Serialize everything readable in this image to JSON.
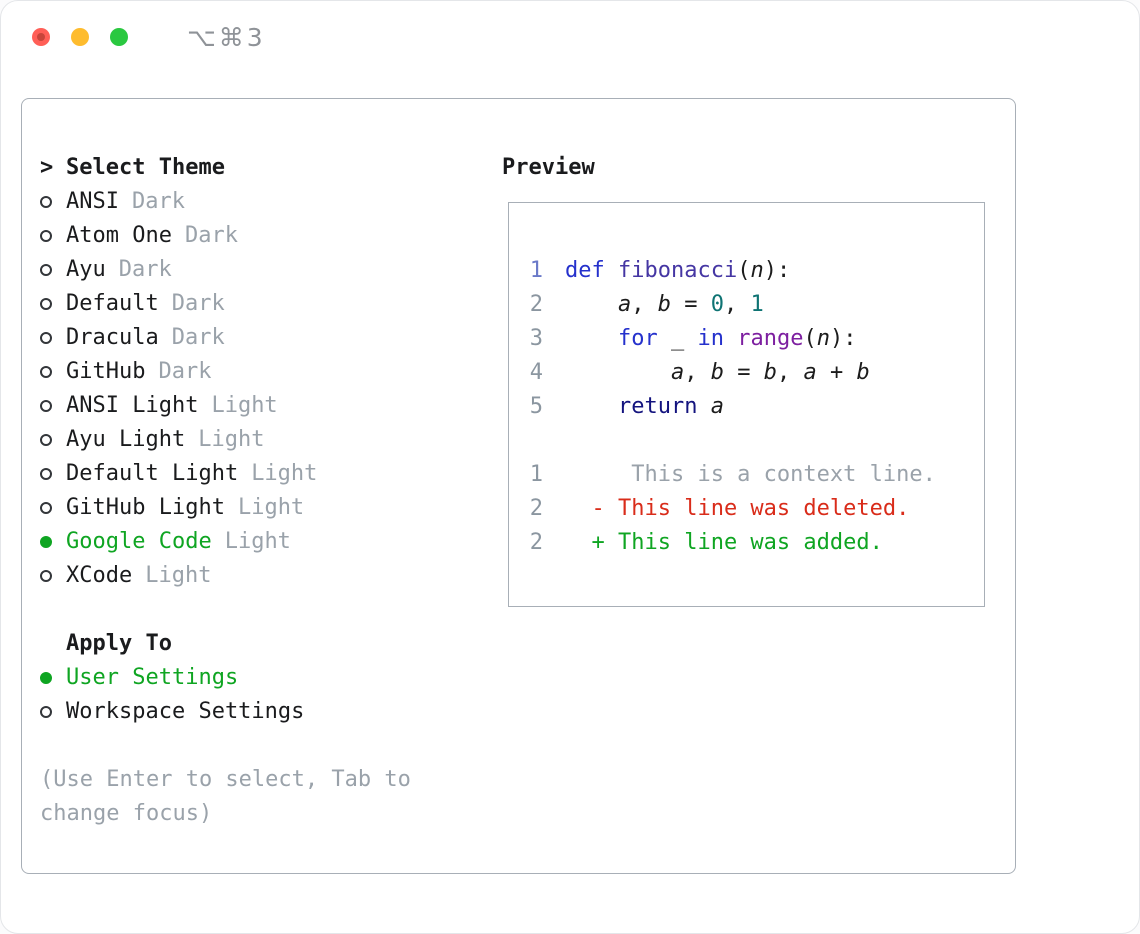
{
  "titlebar": {
    "shortcut": "⌥⌘3"
  },
  "theme_panel": {
    "prompt": ">",
    "title": "Select Theme",
    "themes": [
      {
        "name": "ANSI",
        "variant": "Dark",
        "selected": false
      },
      {
        "name": "Atom One",
        "variant": "Dark",
        "selected": false
      },
      {
        "name": "Ayu",
        "variant": "Dark",
        "selected": false
      },
      {
        "name": "Default",
        "variant": "Dark",
        "selected": false
      },
      {
        "name": "Dracula",
        "variant": "Dark",
        "selected": false
      },
      {
        "name": "GitHub",
        "variant": "Dark",
        "selected": false
      },
      {
        "name": "ANSI Light",
        "variant": "Light",
        "selected": false
      },
      {
        "name": "Ayu Light",
        "variant": "Light",
        "selected": false
      },
      {
        "name": "Default Light",
        "variant": "Light",
        "selected": false
      },
      {
        "name": "GitHub Light",
        "variant": "Light",
        "selected": false
      },
      {
        "name": "Google Code",
        "variant": "Light",
        "selected": true
      },
      {
        "name": "XCode",
        "variant": "Light",
        "selected": false
      }
    ],
    "apply_to_title": "Apply To",
    "apply_options": [
      {
        "label": "User Settings",
        "selected": true
      },
      {
        "label": "Workspace Settings",
        "selected": false
      }
    ],
    "hint": "(Use Enter to select, Tab to change focus)"
  },
  "preview": {
    "title": "Preview",
    "code_lines": [
      {
        "num": "1",
        "num_color": "#6a79c8",
        "tokens": [
          {
            "text": "def",
            "cls": "kw"
          },
          {
            "text": " ",
            "cls": "plain"
          },
          {
            "text": "fibonacci",
            "cls": "fname"
          },
          {
            "text": "(",
            "cls": "plain"
          },
          {
            "text": "n",
            "cls": "var"
          },
          {
            "text": "):",
            "cls": "plain"
          }
        ]
      },
      {
        "num": "2",
        "tokens": [
          {
            "text": "    ",
            "cls": "plain"
          },
          {
            "text": "a",
            "cls": "var"
          },
          {
            "text": ", ",
            "cls": "plain"
          },
          {
            "text": "b",
            "cls": "var"
          },
          {
            "text": " = ",
            "cls": "plain"
          },
          {
            "text": "0",
            "cls": "num"
          },
          {
            "text": ", ",
            "cls": "plain"
          },
          {
            "text": "1",
            "cls": "num"
          }
        ]
      },
      {
        "num": "3",
        "tokens": [
          {
            "text": "    ",
            "cls": "plain"
          },
          {
            "text": "for",
            "cls": "kw"
          },
          {
            "text": " _ ",
            "cls": "plain"
          },
          {
            "text": "in",
            "cls": "kw"
          },
          {
            "text": " ",
            "cls": "plain"
          },
          {
            "text": "range",
            "cls": "call"
          },
          {
            "text": "(",
            "cls": "plain"
          },
          {
            "text": "n",
            "cls": "var"
          },
          {
            "text": "):",
            "cls": "plain"
          }
        ]
      },
      {
        "num": "4",
        "tokens": [
          {
            "text": "        ",
            "cls": "plain"
          },
          {
            "text": "a",
            "cls": "var"
          },
          {
            "text": ", ",
            "cls": "plain"
          },
          {
            "text": "b",
            "cls": "var"
          },
          {
            "text": " = ",
            "cls": "plain"
          },
          {
            "text": "b",
            "cls": "var"
          },
          {
            "text": ", ",
            "cls": "plain"
          },
          {
            "text": "a",
            "cls": "var"
          },
          {
            "text": " + ",
            "cls": "plain"
          },
          {
            "text": "b",
            "cls": "var"
          }
        ]
      },
      {
        "num": "5",
        "tokens": [
          {
            "text": "    ",
            "cls": "plain"
          },
          {
            "text": "return",
            "cls": "kw2"
          },
          {
            "text": " ",
            "cls": "plain"
          },
          {
            "text": "a",
            "cls": "var"
          }
        ]
      }
    ],
    "diff_lines": [
      {
        "num": "1",
        "text": "     This is a context line.",
        "cls": "ctx"
      },
      {
        "num": "2",
        "text": "  - This line was deleted.",
        "cls": "del"
      },
      {
        "num": "2",
        "text": "  + This line was added.",
        "cls": "add"
      }
    ]
  },
  "colors": {
    "accent_green": "#0fa522",
    "variant_gray": "#9aa2aa",
    "diff_deleted_red": "#d92c1a",
    "diff_added_green": "#0fa522",
    "keyword_blue": "#2531cc",
    "number_teal": "#0e7373",
    "call_purple": "#7d1fa0",
    "panel_border": "#a8afb7",
    "traffic_red": "#ff5f57",
    "traffic_yellow": "#febc2e",
    "traffic_green": "#2ac840"
  }
}
